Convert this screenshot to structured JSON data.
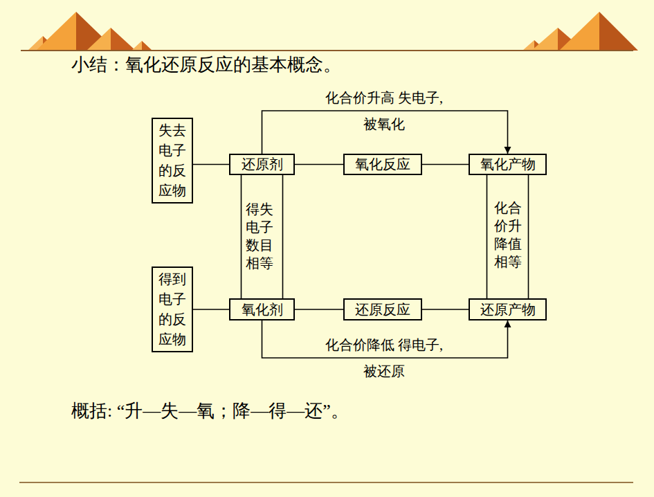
{
  "diagram": {
    "title": "小结：氧化还原反应的基本概念。",
    "caption": "概括: “升—失—氧；降—得—还”。",
    "nodes": [
      {
        "text": [
          "失去电子的反应物"
        ]
      },
      {
        "text": [
          "还原剂"
        ]
      },
      {
        "text": [
          "氧化反应"
        ]
      },
      {
        "text": [
          "氧化产物"
        ]
      },
      {
        "text": [
          "得到电子的反应物"
        ]
      },
      {
        "text": [
          "氧化剂"
        ]
      },
      {
        "text": [
          "还原反应"
        ]
      },
      {
        "text": [
          "还原产物"
        ]
      }
    ],
    "edges": [
      {
        "from": 0,
        "to": 1,
        "arrow": "none"
      },
      {
        "from": 1,
        "to": 2,
        "arrow": "none"
      },
      {
        "from": 2,
        "to": 3,
        "arrow": "none"
      },
      {
        "from": 1,
        "to": 3,
        "label": "化合价升高 失电子,被氧化",
        "arrow": "to"
      },
      {
        "from": 1,
        "to": 5,
        "label": "得失电子数目相等",
        "arrow": "none"
      },
      {
        "from": 3,
        "to": 7,
        "label": "化合价升降值相等",
        "arrow": "none"
      },
      {
        "from": 4,
        "to": 5,
        "arrow": "none"
      },
      {
        "from": 5,
        "to": 6,
        "arrow": "none"
      },
      {
        "from": 6,
        "to": 7,
        "arrow": "none"
      },
      {
        "from": 5,
        "to": 7,
        "label": "化合价降低 得电子,被还原",
        "arrow": "to"
      }
    ]
  }
}
